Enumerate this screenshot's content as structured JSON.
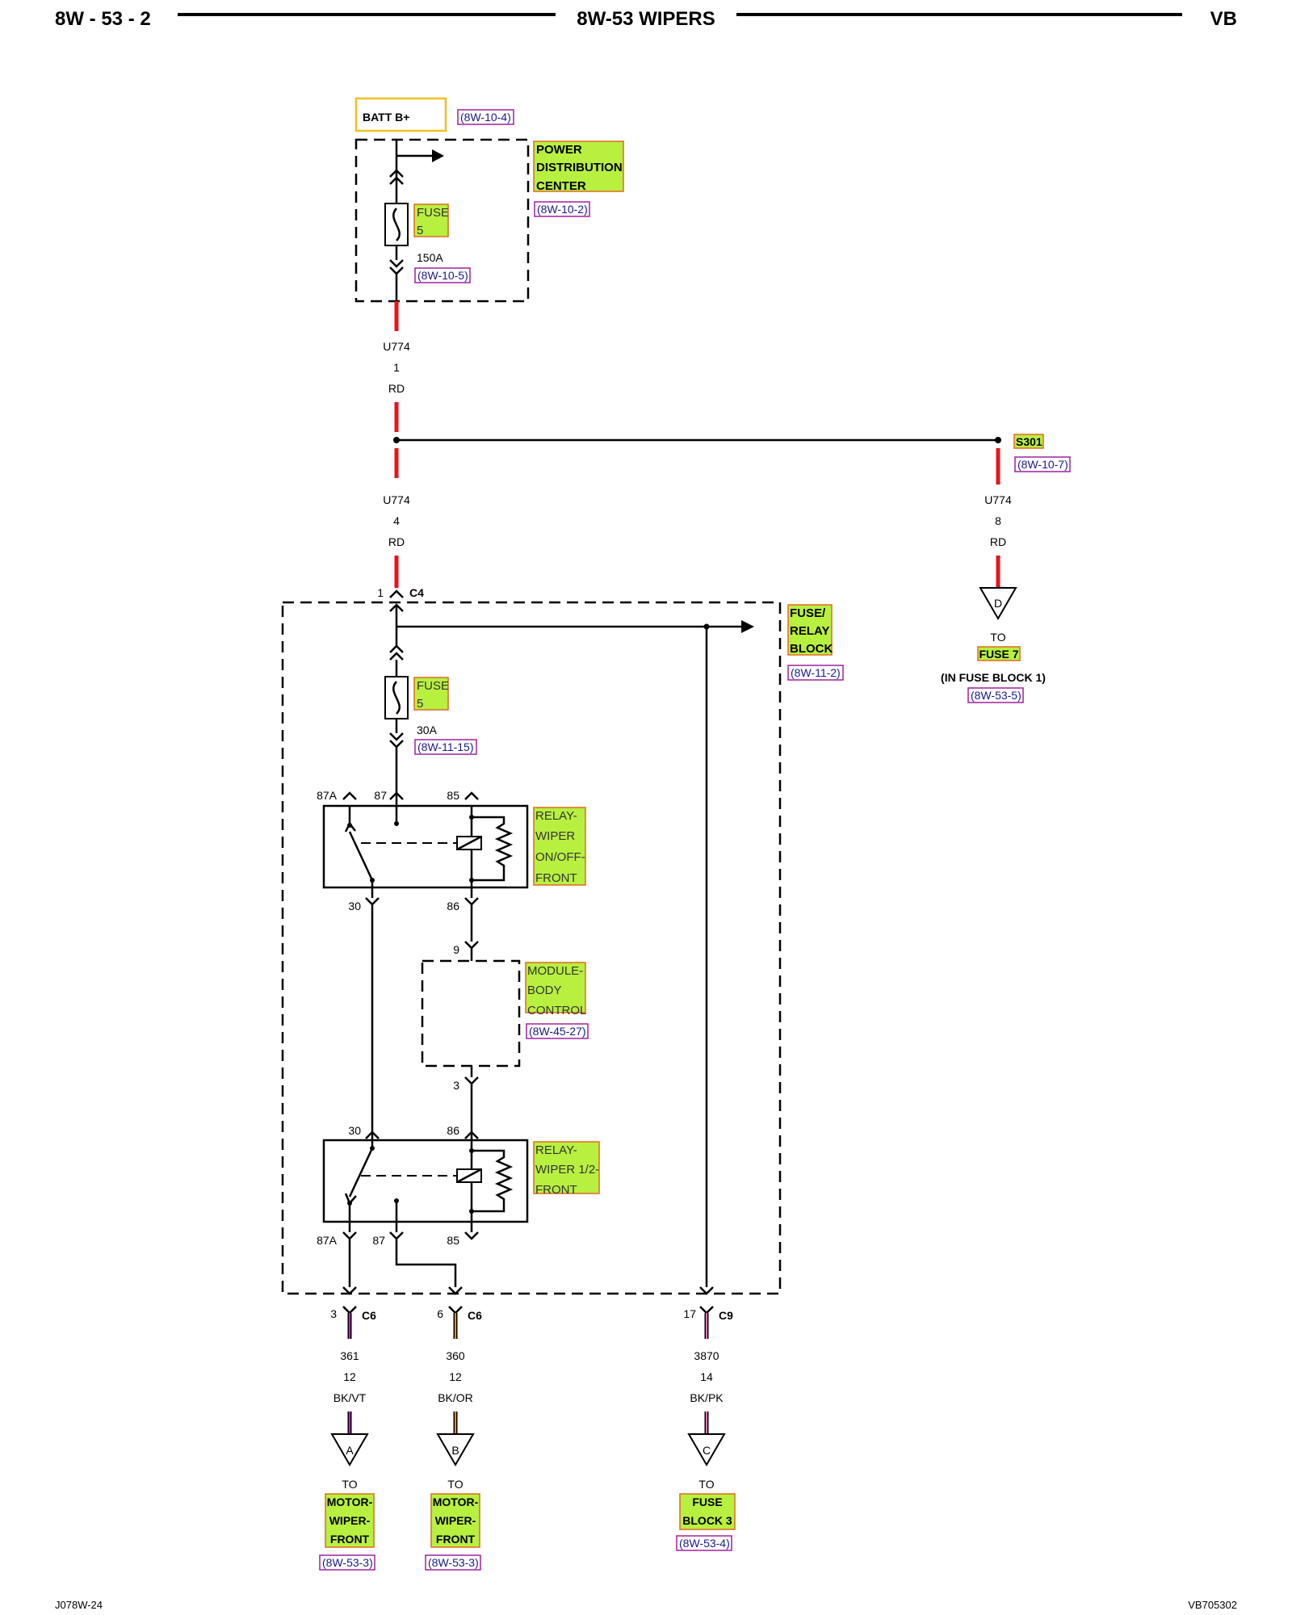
{
  "header": {
    "page_id": "8W - 53 - 2",
    "title": "8W-53 WIPERS",
    "model": "VB"
  },
  "footer": {
    "left_code": "J078W-24",
    "right_code": "VB705302"
  },
  "batt": {
    "label": "BATT B+",
    "ref": "(8W-10-4)"
  },
  "pdc": {
    "name_lines": [
      "POWER",
      "DISTRIBUTION",
      "CENTER"
    ],
    "ref": "(8W-10-2)",
    "fuse_label": "FUSE",
    "fuse_num": "5",
    "fuse_rating": "150A",
    "fuse_ref": "(8W-10-5)"
  },
  "wire_top": {
    "circuit": "U774",
    "gauge": "1",
    "color": "RD"
  },
  "splice": {
    "id": "S301",
    "ref": "(8W-10-7)"
  },
  "wire_mid": {
    "circuit": "U774",
    "gauge": "4",
    "color": "RD"
  },
  "wire_right": {
    "circuit": "U774",
    "gauge": "8",
    "color": "RD"
  },
  "right_term": {
    "letter": "D",
    "to": "TO",
    "dest": "FUSE 7",
    "dest2": "(IN FUSE BLOCK 1)",
    "ref": "(8W-53-5)"
  },
  "frb": {
    "name_lines": [
      "FUSE/",
      "RELAY",
      "BLOCK"
    ],
    "ref": "(8W-11-2)",
    "conn_pin": "1",
    "conn_id": "C4",
    "fuse_label": "FUSE",
    "fuse_num": "5",
    "fuse_rating": "30A",
    "fuse_ref": "(8W-11-15)"
  },
  "relay1": {
    "name_lines": [
      "RELAY-",
      "WIPER",
      "ON/OFF-",
      "FRONT"
    ],
    "pins_top": [
      "87A",
      "87",
      "85"
    ],
    "pins_bottom": [
      "30",
      "86"
    ]
  },
  "bcm": {
    "name_lines": [
      "MODULE-",
      "BODY",
      "CONTROL"
    ],
    "ref": "(8W-45-27)",
    "pin_in": "9",
    "pin_out": "3"
  },
  "relay2": {
    "name_lines": [
      "RELAY-",
      "WIPER 1/2-",
      "FRONT"
    ],
    "pins_top": [
      "30",
      "86"
    ],
    "pins_bottom": [
      "87A",
      "87",
      "85"
    ]
  },
  "outputs": [
    {
      "pin": "3",
      "conn": "C6",
      "circuit": "361",
      "gauge": "12",
      "color": "BK/VT",
      "stripe": "#c020c0",
      "letter": "A",
      "to": "TO",
      "dest_lines": [
        "MOTOR-",
        "WIPER-",
        "FRONT"
      ],
      "ref": "(8W-53-3)"
    },
    {
      "pin": "6",
      "conn": "C6",
      "circuit": "360",
      "gauge": "12",
      "color": "BK/OR",
      "stripe": "#f08a10",
      "letter": "B",
      "to": "TO",
      "dest_lines": [
        "MOTOR-",
        "WIPER-",
        "FRONT"
      ],
      "ref": "(8W-53-3)"
    },
    {
      "pin": "17",
      "conn": "C9",
      "circuit": "3870",
      "gauge": "14",
      "color": "BK/PK",
      "stripe": "#f070b0",
      "letter": "C",
      "to": "TO",
      "dest_lines": [
        "FUSE",
        "BLOCK 3"
      ],
      "ref": "(8W-53-4)"
    }
  ]
}
